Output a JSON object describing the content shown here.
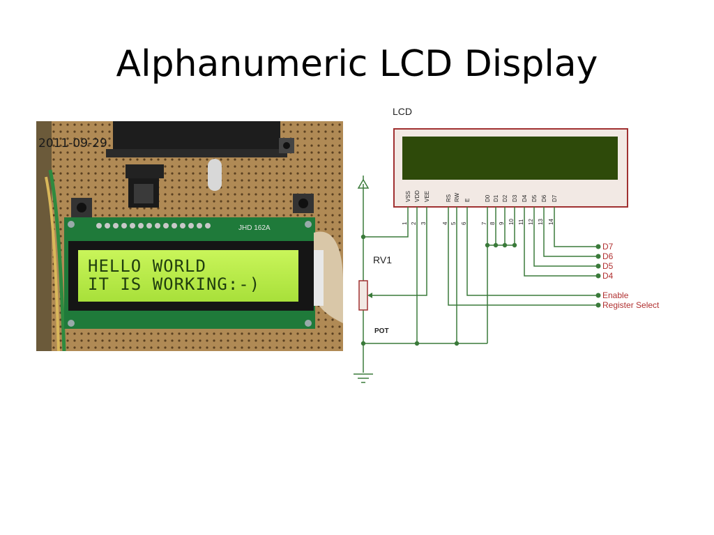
{
  "slide": {
    "title": "Alphanumeric LCD Display"
  },
  "photo": {
    "timestamp": "2011-09-29",
    "pcb_marking": "JHD 162A",
    "lcd_line1": "HELLO WORLD",
    "lcd_line2": "IT IS WORKING:-)"
  },
  "schematic": {
    "lcd_label": "LCD",
    "pot_ref": "RV1",
    "pot_value": "POT",
    "pin_names": [
      "VSS",
      "VDD",
      "VEE",
      "RS",
      "RW",
      "E",
      "D0",
      "D1",
      "D2",
      "D3",
      "D4",
      "D5",
      "D6",
      "D7"
    ],
    "pin_numbers": [
      "1",
      "2",
      "3",
      "4",
      "5",
      "6",
      "7",
      "8",
      "9",
      "10",
      "11",
      "12",
      "13",
      "14"
    ],
    "outputs": [
      "D7",
      "D6",
      "D5",
      "D4",
      "Enable",
      "Register Select"
    ],
    "colors": {
      "wire": "#3a7a3a",
      "lcd_body": "#f2e9e4",
      "lcd_border": "#a03030",
      "lcd_screen": "#2e4a0a",
      "signal_text": "#b03030"
    }
  }
}
